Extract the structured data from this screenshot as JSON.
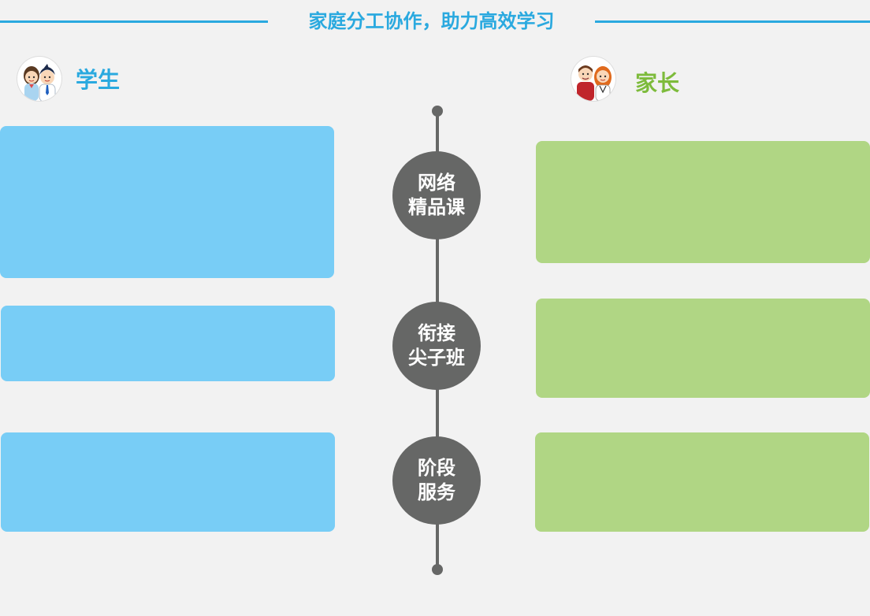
{
  "header": {
    "title": "家庭分工协作，助力高效学习",
    "accent_color": "#2aa9df"
  },
  "student": {
    "title": "学生",
    "avatar_icon": "student-couple-icon",
    "color": "#2aa9df",
    "panel_color": "#78cdf6"
  },
  "parent": {
    "title": "家长",
    "avatar_icon": "parent-couple-icon",
    "color": "#7dbb3b",
    "panel_color": "#b0d684"
  },
  "timeline": {
    "color": "#666766",
    "nodes": [
      {
        "line1": "网络",
        "line2": "精品课"
      },
      {
        "line1": "衔接",
        "line2": "尖子班"
      },
      {
        "line1": "阶段",
        "line2": "服务"
      }
    ]
  }
}
